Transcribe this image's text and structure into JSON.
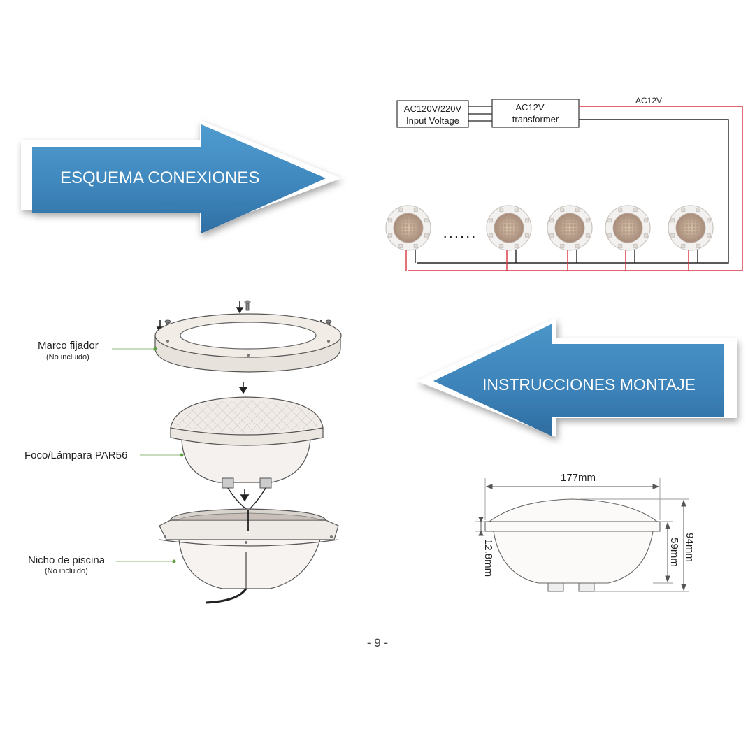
{
  "banners": {
    "wiring": {
      "text": "ESQUEMA CONEXIONES"
    },
    "mounting": {
      "text": "INSTRUCCIONES MONTAJE"
    }
  },
  "wiring": {
    "input_box": {
      "line1": "AC120V/220V",
      "line2": "Input Voltage"
    },
    "transformer_box": {
      "line1": "AC12V",
      "line2": "transformer"
    },
    "output_label": "AC12V",
    "ellipsis": "......",
    "lamp_count": 5,
    "colors": {
      "live": "#d9343e",
      "neutral": "#222222"
    }
  },
  "assembly": {
    "parts": [
      {
        "name": "Marco fijador",
        "note": "(No incluido)"
      },
      {
        "name": "Foco/Lámpara PAR56",
        "note": ""
      },
      {
        "name": "Nicho de piscina",
        "note": "(No incluido)"
      }
    ],
    "leader_color": "#5fa044"
  },
  "dimensions": {
    "width": "177mm",
    "rim": "12.8mm",
    "body": "59mm",
    "total": "94mm"
  },
  "page_number": "- 9 -",
  "colors": {
    "arrow_dark": "#3b7fb5",
    "arrow_light": "#5ba8d8"
  }
}
